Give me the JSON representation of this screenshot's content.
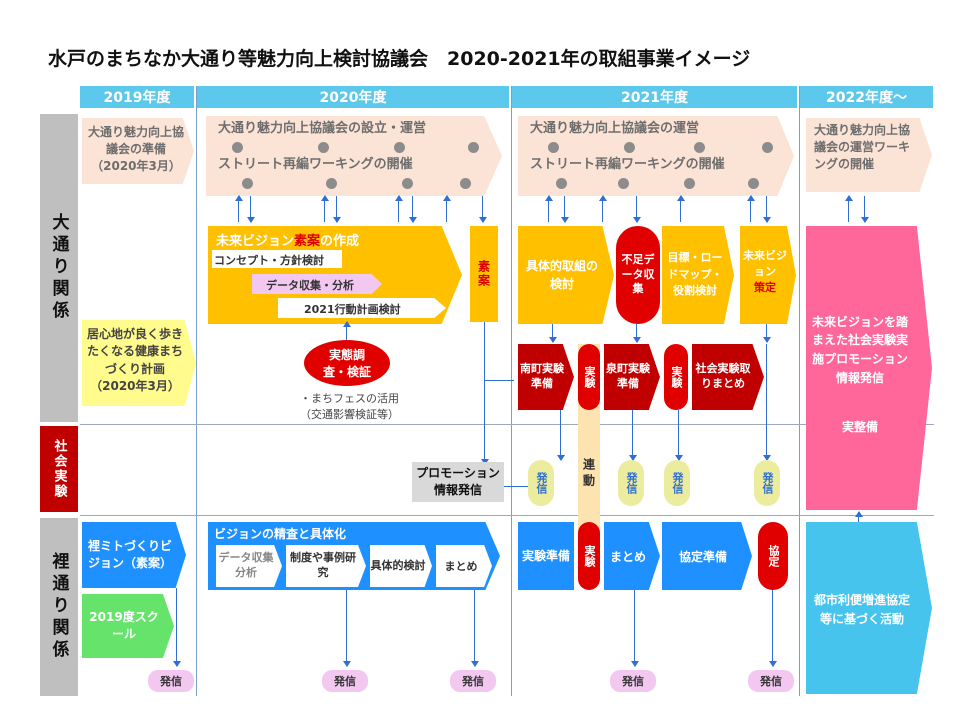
{
  "title": "水戸のまちなか大通り等魅力向上検討協議会　2020-2021年の取組事業イメージ",
  "years": [
    "2019年度",
    "2020年度",
    "2021年度",
    "2022年度～"
  ],
  "rows": {
    "main": "大通り関係",
    "social": "社会実験",
    "back": "裡通り関係"
  },
  "y2019": {
    "council": "大通り魅力向上協議会の準備（2020年3月）",
    "plan": "居心地が良く歩きたくなる健康まちづくり計画（2020年3月）",
    "vision": "裡ミトづくりビジョン（素案）",
    "school": "2019度スクール",
    "send": "発信"
  },
  "y2020": {
    "council1": "大通り魅力向上協議会の設立・運営",
    "council2": "ストリート再編ワーキングの開催",
    "draft_title_a": "未来ビジョン",
    "draft_title_b": "素案",
    "draft_title_c": "の作成",
    "concept": "コンセプト・方針検討",
    "data": "データ収集・分析",
    "plan2021": "2021行動計画検討",
    "draft_tag": "素案",
    "survey": "実態調査・検証",
    "fes_1": "・まちフェスの活用",
    "fes_2": "（交通影響検証等）",
    "promo": "プロモーション情報発信",
    "refine": "ビジョンの精査と具体化",
    "r1": "データ収集分析",
    "r2": "制度や事例研究",
    "r3": "具体的検討",
    "r4": "まとめ",
    "send": "発信"
  },
  "y2021": {
    "council1": "大通り魅力向上協議会の運営",
    "council2": "ストリート再編ワーキングの開催",
    "concrete": "具体的取組の検討",
    "lack": "不足データ収集",
    "roadmap": "目標・ロードマップ・役割検討",
    "vision_a": "未来ビジョン",
    "vision_b": "策定",
    "minami": "南町実験準備",
    "exp": "実験",
    "izumi": "泉町実験準備",
    "summary_social": "社会実験取りまとめ",
    "link": "連動",
    "send": "発信",
    "exp_prep": "実験準備",
    "summary": "まとめ",
    "agreement_prep": "協定準備",
    "agreement": "協定"
  },
  "y2022": {
    "council": "大通り魅力向上協議会の運営ワーキングの開催",
    "vision_exp": "未来ビジョンを踏まえた社会実験実施プロモーション情報発信",
    "maintain": "実整備",
    "city": "都市利便増進協定等に基づく活動"
  },
  "colors": {
    "year": "#5bc8ec",
    "orange": "#ffc000",
    "darkred": "#c00000",
    "blue": "#1e90ff",
    "pink": "#ff6699",
    "green": "#66e36b"
  }
}
